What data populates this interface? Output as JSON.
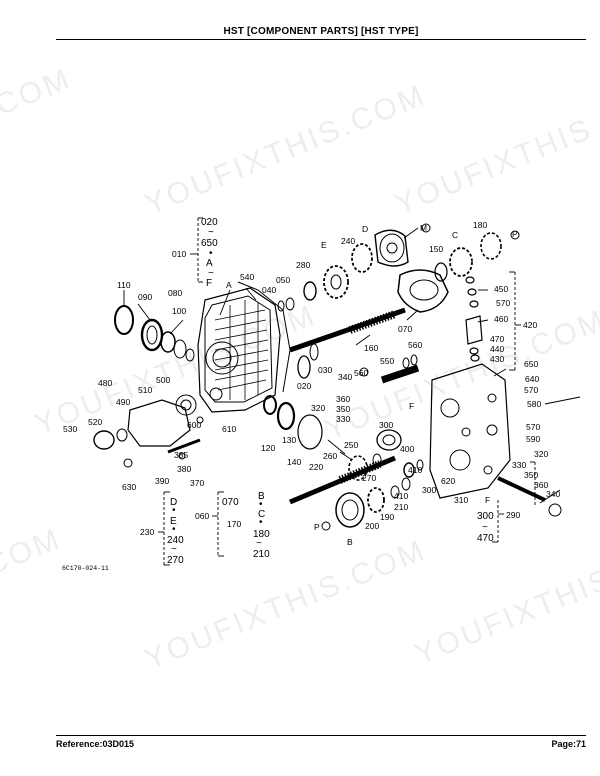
{
  "header": {
    "title": "HST [COMPONENT PARTS] [HST TYPE]"
  },
  "footer": {
    "reference": "Reference:03D015",
    "page": "Page:71"
  },
  "watermark": {
    "text": "YOUFIXTHIS.COM",
    "short": "YOUFIXTHIS",
    "suffix": ".COM"
  },
  "diagram": {
    "code": "6C170-024-11",
    "labels": {
      "p010": "010",
      "p020": "020",
      "p030": "030",
      "p040": "040",
      "p050": "050",
      "p060": "060",
      "p070": "070",
      "p080": "080",
      "p090": "090",
      "p100": "100",
      "p110": "110",
      "p120": "120",
      "p130": "130",
      "p140": "140",
      "p150": "150",
      "p160": "160",
      "p170": "170",
      "p180": "180",
      "p190": "190",
      "p200": "200",
      "p210": "210",
      "p220": "220",
      "p230": "230",
      "p240": "240",
      "p250": "250",
      "p260": "260",
      "p270": "270",
      "p280": "280",
      "p290": "290",
      "p300": "300",
      "p310": "310",
      "p320": "320",
      "p330": "330",
      "p340": "340",
      "p350": "350",
      "p360": "360",
      "p370": "370",
      "p380": "380",
      "p385": "385",
      "p390": "390",
      "p400": "400",
      "p410": "410",
      "p420": "420",
      "p430": "430",
      "p440": "440",
      "p450": "450",
      "p460": "460",
      "p470": "470",
      "p480": "480",
      "p490": "490",
      "p500": "500",
      "p510": "510",
      "p520": "520",
      "p530": "530",
      "p540": "540",
      "p550": "550",
      "p560": "560",
      "p570": "570",
      "p580": "580",
      "p590": "590",
      "p600": "600",
      "p610": "610",
      "p620": "620",
      "p630": "630",
      "p640": "640",
      "p650": "650",
      "A": "A",
      "B": "B",
      "C": "C",
      "D": "D",
      "E": "E",
      "F": "F",
      "M": "M",
      "P": "P",
      "tilde": "~",
      "dot": "•"
    }
  }
}
